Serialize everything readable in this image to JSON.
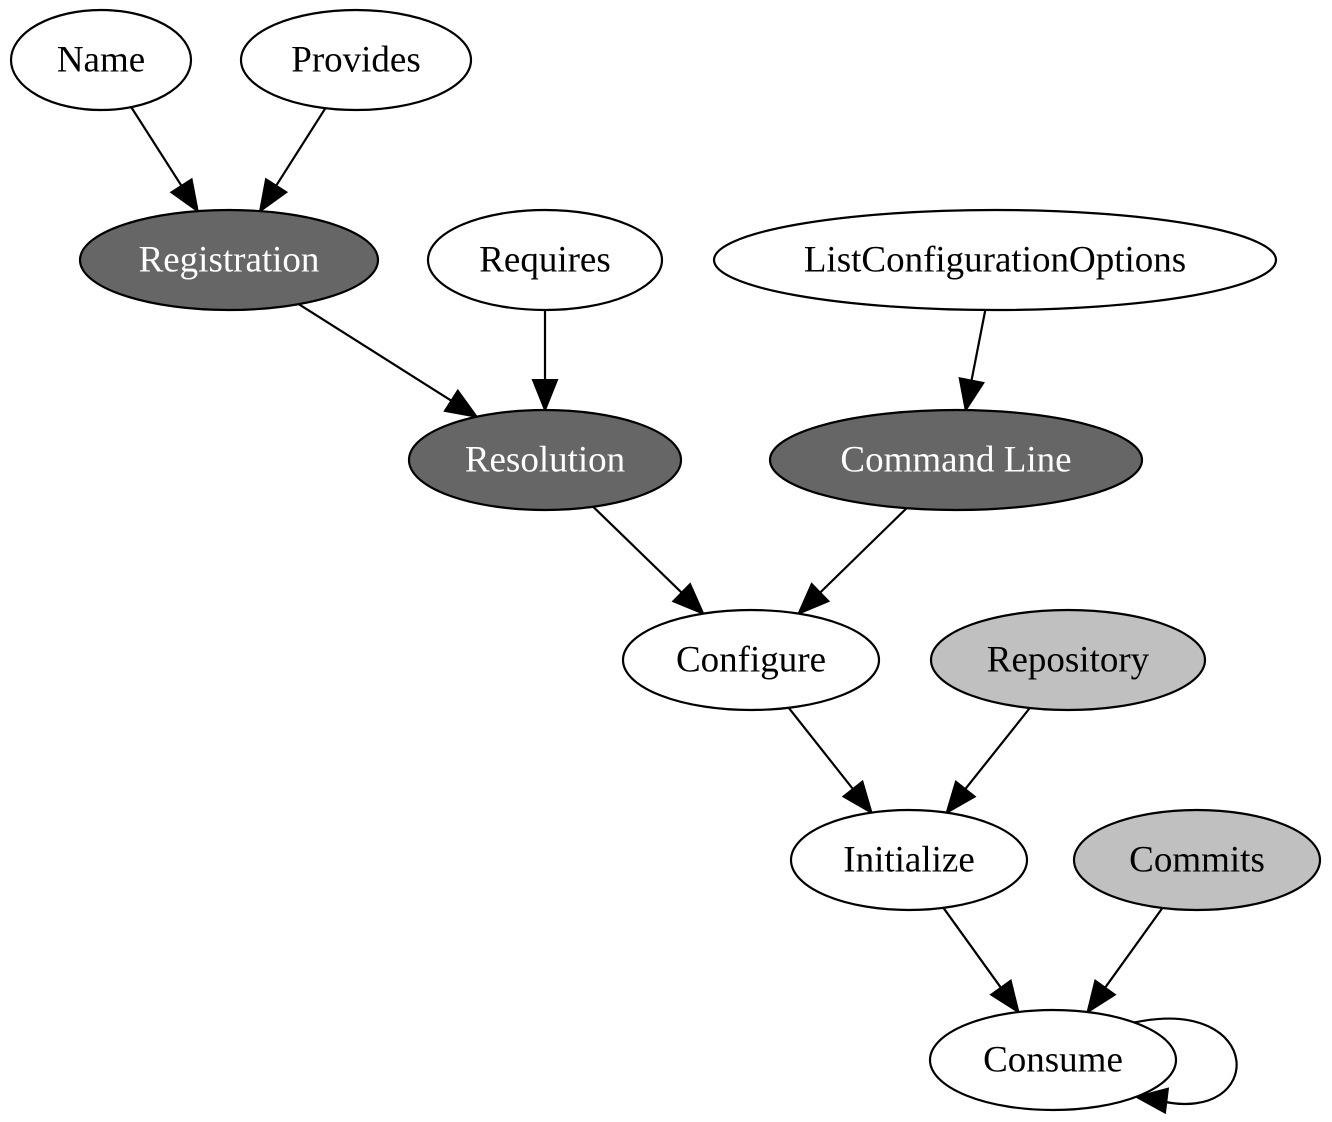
{
  "colors": {
    "default_fill": "#ffffff",
    "default_text": "#000000",
    "dark_fill": "#666666",
    "dark_text": "#ffffff",
    "light_fill": "#c0c0c0",
    "light_text": "#000000",
    "stroke": "#000000"
  },
  "nodes": [
    {
      "id": "name",
      "label": "Name",
      "style": "default"
    },
    {
      "id": "provides",
      "label": "Provides",
      "style": "default"
    },
    {
      "id": "registration",
      "label": "Registration",
      "style": "dark"
    },
    {
      "id": "requires",
      "label": "Requires",
      "style": "default"
    },
    {
      "id": "list-configuration-options",
      "label": "ListConfigurationOptions",
      "style": "default"
    },
    {
      "id": "resolution",
      "label": "Resolution",
      "style": "dark"
    },
    {
      "id": "command-line",
      "label": "Command Line",
      "style": "dark"
    },
    {
      "id": "configure",
      "label": "Configure",
      "style": "default"
    },
    {
      "id": "repository",
      "label": "Repository",
      "style": "light"
    },
    {
      "id": "initialize",
      "label": "Initialize",
      "style": "default"
    },
    {
      "id": "commits",
      "label": "Commits",
      "style": "light"
    },
    {
      "id": "consume",
      "label": "Consume",
      "style": "default"
    }
  ],
  "edges": [
    {
      "from": "name",
      "to": "registration"
    },
    {
      "from": "provides",
      "to": "registration"
    },
    {
      "from": "registration",
      "to": "resolution"
    },
    {
      "from": "requires",
      "to": "resolution"
    },
    {
      "from": "list-configuration-options",
      "to": "command-line"
    },
    {
      "from": "resolution",
      "to": "configure"
    },
    {
      "from": "command-line",
      "to": "configure"
    },
    {
      "from": "configure",
      "to": "initialize"
    },
    {
      "from": "repository",
      "to": "initialize"
    },
    {
      "from": "initialize",
      "to": "consume"
    },
    {
      "from": "commits",
      "to": "consume"
    },
    {
      "from": "consume",
      "to": "consume"
    }
  ]
}
